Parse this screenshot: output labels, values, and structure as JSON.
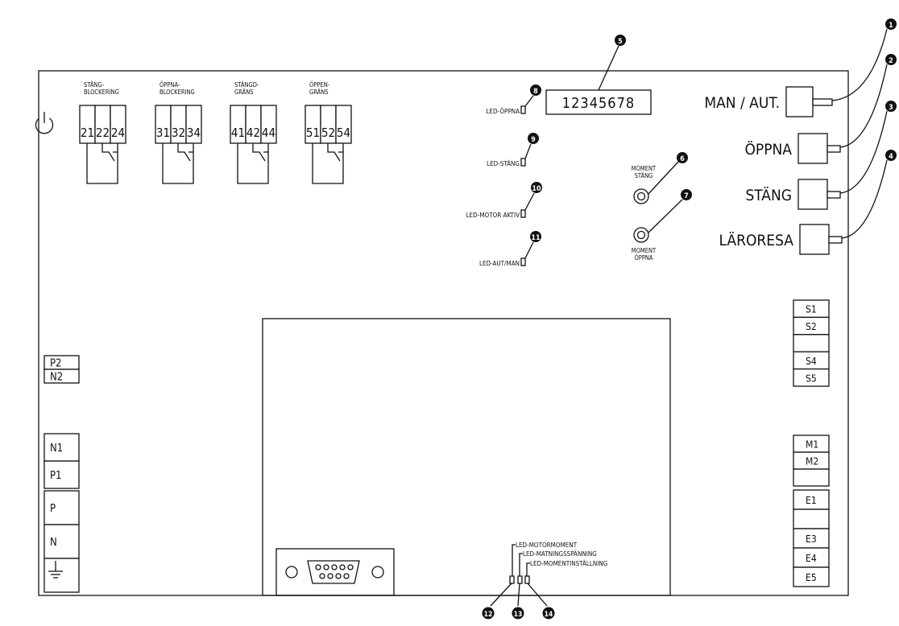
{
  "power_symbol": "power-icon",
  "terminal_groups": [
    {
      "title_line1": "STÄNG-",
      "title_line2": "BLOCKERING",
      "terminals": [
        "21",
        "22",
        "24"
      ]
    },
    {
      "title_line1": "ÖPPNA-",
      "title_line2": "BLOCKERING",
      "terminals": [
        "31",
        "32",
        "34"
      ]
    },
    {
      "title_line1": "STÄNGD-",
      "title_line2": "GRÄNS",
      "terminals": [
        "41",
        "42",
        "44"
      ]
    },
    {
      "title_line1": "ÖPPEN-",
      "title_line2": "GRÄNS",
      "terminals": [
        "51",
        "52",
        "54"
      ]
    }
  ],
  "leds_upper": [
    {
      "label": "LED-ÖPPNA",
      "number": "8"
    },
    {
      "label": "LED-STÄNG",
      "number": "9"
    },
    {
      "label": "LED-MOTOR AKTIV",
      "number": "10"
    },
    {
      "label": "LED-AUT/MAN",
      "number": "11"
    }
  ],
  "display": {
    "digits": "12345678",
    "number": "5"
  },
  "moment_pots": [
    {
      "label_line1": "MOMENT",
      "label_line2": "STÄNG",
      "number": "6"
    },
    {
      "label_line1": "MOMENT",
      "label_line2": "ÖPPNA",
      "number": "7"
    }
  ],
  "buttons": [
    {
      "label": "MAN / AUT.",
      "number": "1"
    },
    {
      "label": "ÖPPNA",
      "number": "2"
    },
    {
      "label": "STÄNG",
      "number": "3"
    },
    {
      "label": "LÄRORESA",
      "number": "4"
    }
  ],
  "left_terminals": {
    "top": [
      "P2",
      "N2"
    ],
    "middle": [
      "N1",
      "P1"
    ],
    "bottom": [
      "P",
      "N",
      ""
    ]
  },
  "right_terminals": {
    "s_group": [
      "S1",
      "S2",
      "",
      "S4",
      "S5"
    ],
    "m_group": [
      "M1",
      "M2",
      ""
    ],
    "e_group": [
      "E1",
      "",
      "E3",
      "E4",
      "E5"
    ]
  },
  "leds_lower": [
    {
      "label": "LED-MOTORMOMENT",
      "number": "12"
    },
    {
      "label": "LED-MATNINGSSPÄNNING",
      "number": "13"
    },
    {
      "label": "LED-MOMENTINSTÄLLNING",
      "number": "14"
    }
  ]
}
